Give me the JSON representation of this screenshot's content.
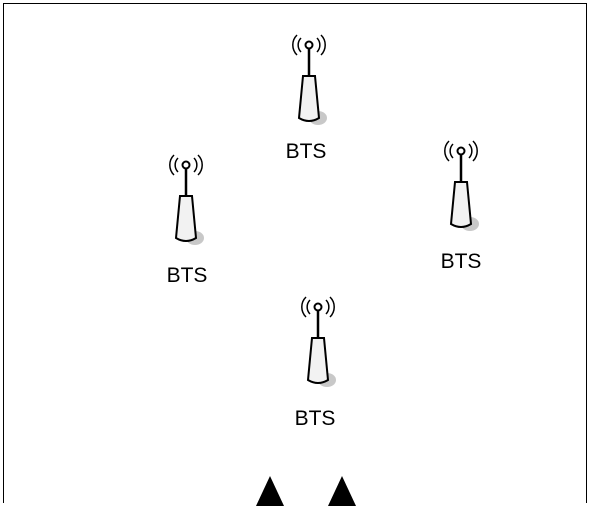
{
  "diagram": {
    "stations": [
      {
        "label": "BTS"
      },
      {
        "label": "BTS"
      },
      {
        "label": "BTS"
      },
      {
        "label": "BTS"
      }
    ]
  }
}
